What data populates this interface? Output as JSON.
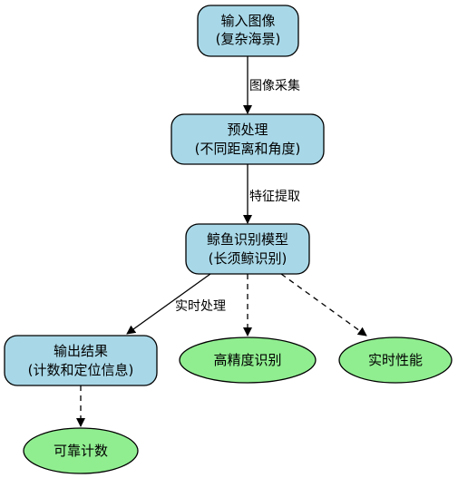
{
  "colors": {
    "process_fill": "#a8d8e8",
    "result_fill": "#90ee90",
    "stroke": "#000000"
  },
  "nodes": {
    "input": {
      "line1": "输入图像",
      "line2": "(复杂海景)"
    },
    "preprocess": {
      "line1": "预处理",
      "line2": "(不同距离和角度)"
    },
    "model": {
      "line1": "鲸鱼识别模型",
      "line2": "(长须鲸识别)"
    },
    "output": {
      "line1": "输出结果",
      "line2": "(计数和定位信息)"
    },
    "accuracy": {
      "label": "高精度识别"
    },
    "realtime": {
      "label": "实时性能"
    },
    "count": {
      "label": "可靠计数"
    }
  },
  "edges": {
    "capture": "图像采集",
    "feature": "特征提取",
    "realtime_processing": "实时处理"
  }
}
